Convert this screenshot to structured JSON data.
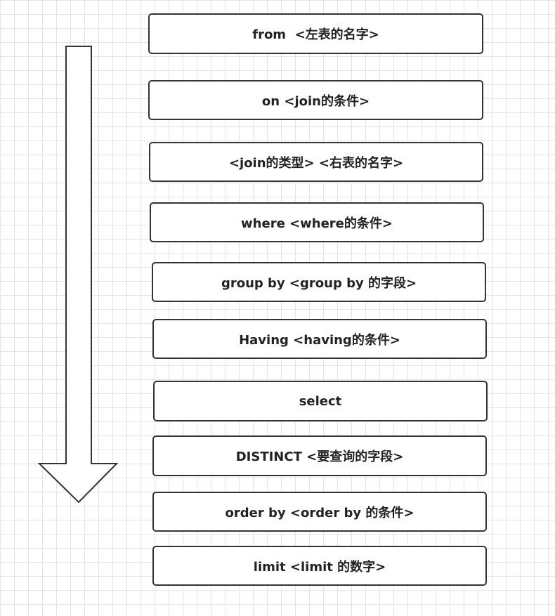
{
  "diagram": {
    "steps": [
      {
        "label": "from  <左表的名字>"
      },
      {
        "label": "on <join的条件>"
      },
      {
        "label": "<join的类型> <右表的名字>"
      },
      {
        "label": "where <where的条件>"
      },
      {
        "label": "group by <group by 的字段>"
      },
      {
        "label": "Having <having的条件>"
      },
      {
        "label": "select"
      },
      {
        "label": "DISTINCT <要查询的字段>"
      },
      {
        "label": "order by <order by 的条件>"
      },
      {
        "label": "limit <limit 的数字>"
      }
    ],
    "colors": {
      "stroke": "#333333",
      "text": "#222222",
      "grid": "#e4e4e4"
    }
  }
}
